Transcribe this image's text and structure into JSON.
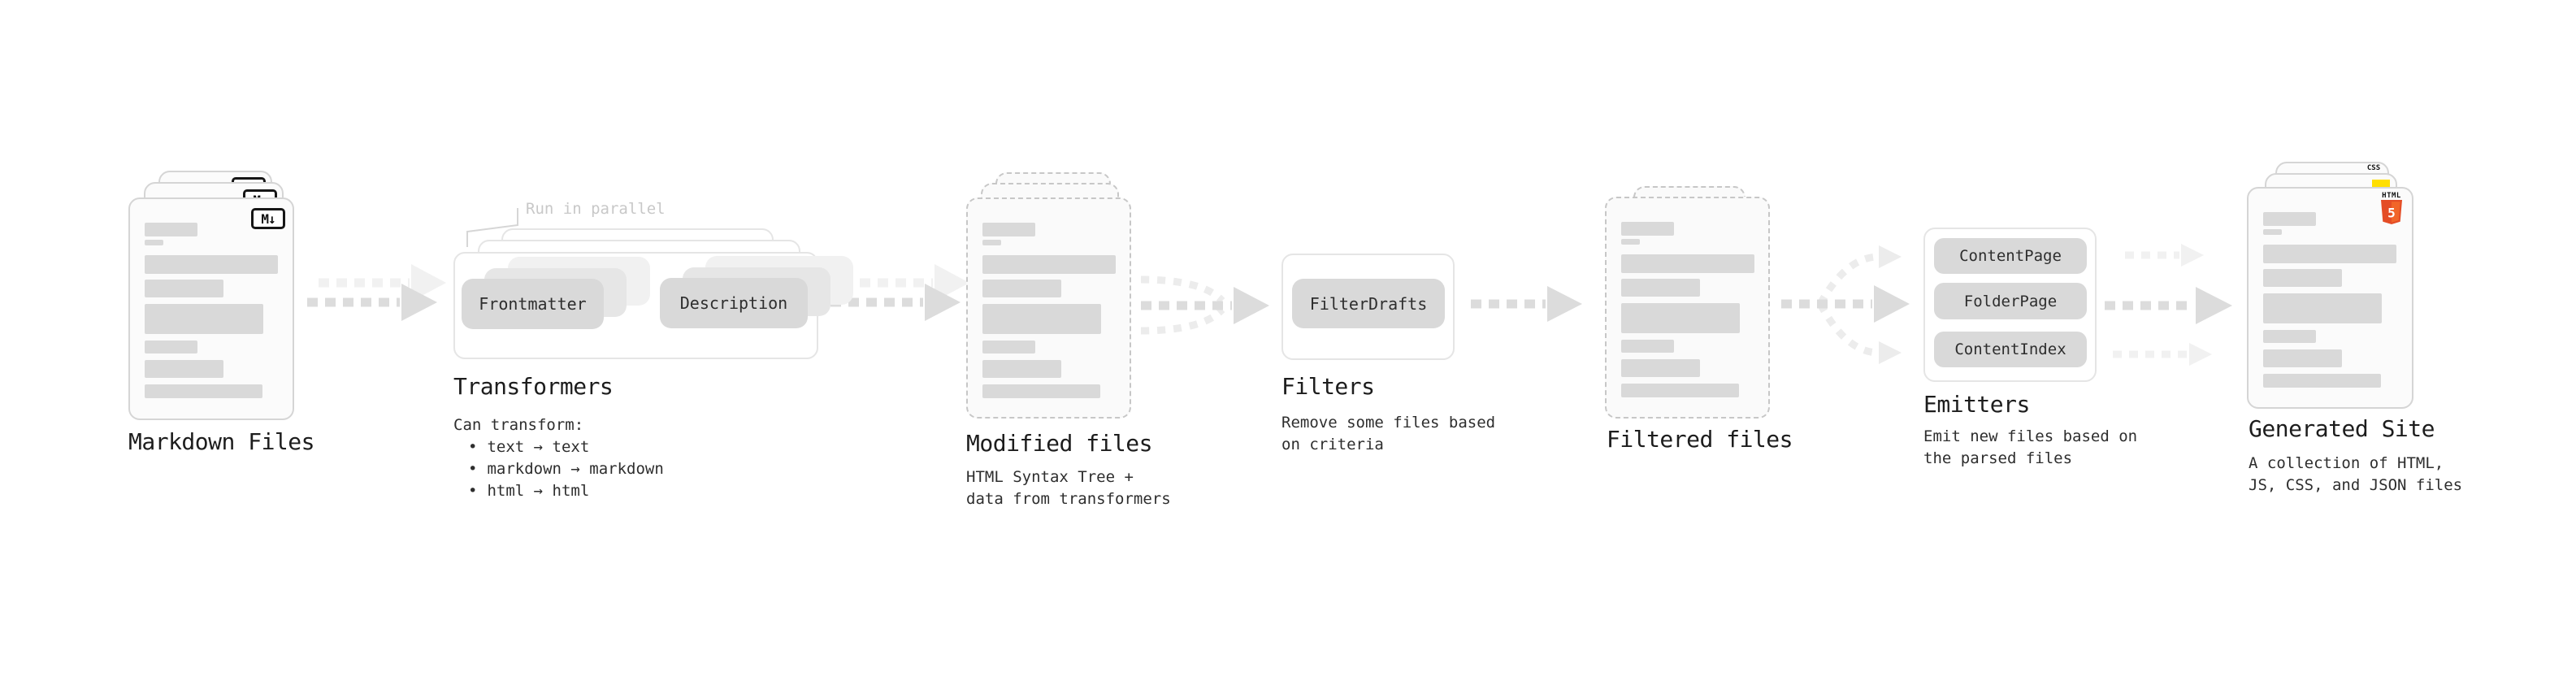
{
  "stages": {
    "markdown_files": {
      "title": "Markdown Files",
      "badge": "M↓"
    },
    "transformers": {
      "note": "Run in parallel",
      "pill_left": "Frontmatter",
      "pill_right": "Description",
      "title": "Transformers",
      "desc_heading": "Can transform:",
      "bullet_char": "•",
      "bullets": [
        "text → text",
        "markdown → markdown",
        "html → html"
      ]
    },
    "modified_files": {
      "title": "Modified files",
      "desc_line1": "HTML Syntax Tree +",
      "desc_line2": "data from transformers"
    },
    "filters": {
      "title": "Filters",
      "pill": "FilterDrafts",
      "desc_line1": "Remove some files based",
      "desc_line2": "on criteria"
    },
    "filtered_files": {
      "title": "Filtered files"
    },
    "emitters": {
      "title": "Emitters",
      "pills": [
        "ContentPage",
        "FolderPage",
        "ContentIndex"
      ],
      "desc_line1": "Emit new files based on",
      "desc_line2": "the parsed files"
    },
    "generated_site": {
      "title": "Generated Site",
      "desc_line1": "A collection of HTML,",
      "desc_line2": "JS, CSS, and JSON files",
      "badge_css": "CSS",
      "badge_html_text": "HTML",
      "badge_html_number": "5"
    }
  },
  "colors": {
    "html5_orange": "#e44d26",
    "html5_orange_light": "#f16529",
    "js_yellow": "#ffdf00",
    "css_blue": "#2b62f5"
  }
}
